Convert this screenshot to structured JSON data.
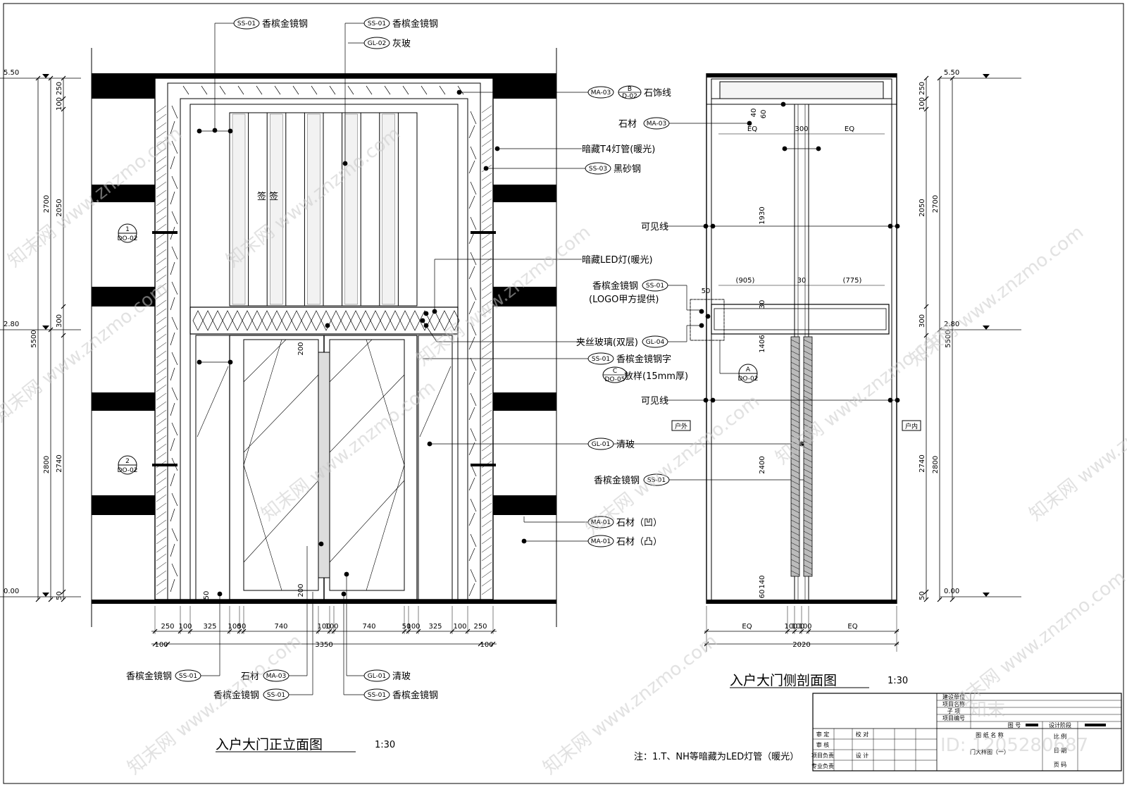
{
  "front_elevation": {
    "title": "入户大门正立面图",
    "scale": "1:30",
    "levels": [
      "5.50",
      "2.80",
      "0.00"
    ],
    "dims_left": [
      "250",
      "100",
      "2050",
      "300",
      "2740",
      "50",
      "2700",
      "2800",
      "5500"
    ],
    "dims_bottom": [
      "250",
      "100",
      "325",
      "100",
      "50",
      "740",
      "100",
      "100",
      "740",
      "50",
      "100",
      "325",
      "100",
      "250"
    ],
    "dims_total": [
      "100",
      "3350",
      "100"
    ],
    "dims_inner": [
      "200",
      "200",
      "50"
    ],
    "glass_text": "签 签",
    "section_marks": [
      {
        "num": "1",
        "ref": "DO-02"
      },
      {
        "num": "2",
        "ref": "DO-02"
      }
    ],
    "callouts_top": [
      {
        "tag": "SS-01",
        "text": "香槟金镜钢"
      },
      {
        "tag": "SS-01",
        "text": "香槟金镜钢"
      },
      {
        "tag": "GL-02",
        "text": "灰玻"
      }
    ],
    "callouts_right": [
      {
        "tag": "MA-03",
        "tag2": "B",
        "tag3": "D-02",
        "text": "石饰线"
      },
      {
        "tag": "MA-03",
        "text": "石材"
      },
      {
        "tag": "",
        "text": "暗藏T4灯管(暖光)"
      },
      {
        "tag": "SS-03",
        "text": "黑砂钢"
      },
      {
        "tag": "",
        "text": "暗藏LED灯(暖光)"
      },
      {
        "tag": "SS-01",
        "text": "香槟金镜钢",
        "text2": "(LOGO甲方提供)"
      },
      {
        "tag": "GL-04",
        "text": "夹丝玻璃(双层)"
      },
      {
        "tag": "SS-01",
        "text": "香槟金镜钢字",
        "tag2": "C",
        "tag3": "DO-05",
        "text2": "放样(15mm厚)"
      },
      {
        "tag": "GL-01",
        "text": "清玻"
      },
      {
        "tag": "SS-01",
        "text": "香槟金镜钢"
      },
      {
        "tag": "MA-01",
        "text": "石材（凹）"
      },
      {
        "tag": "MA-01",
        "text": "石材（凸）"
      }
    ],
    "callouts_bottom": [
      {
        "tag": "SS-01",
        "text": "香槟金镜钢"
      },
      {
        "tag": "MA-03",
        "text": "石材"
      },
      {
        "tag": "SS-01",
        "text": "香槟金镜钢"
      },
      {
        "tag": "GL-01",
        "text": "清玻"
      },
      {
        "tag": "SS-01",
        "text": "香槟金镜钢"
      }
    ]
  },
  "side_section": {
    "title": "入户大门侧剖面图",
    "scale": "1:30",
    "levels": [
      "5.50",
      "2.80",
      "0.00"
    ],
    "dims_right": [
      "250",
      "100",
      "2050",
      "300",
      "2740",
      "50",
      "2700",
      "2800",
      "5500"
    ],
    "dims_inner": [
      "40",
      "60",
      "EQ",
      "300",
      "EQ",
      "1930",
      "(905)",
      "30",
      "(775)",
      "30",
      "1406",
      "2400",
      "60",
      "140",
      "50",
      "60"
    ],
    "dims_bottom": [
      "EQ",
      "100",
      "100",
      "100",
      "EQ"
    ],
    "dims_total": "2020",
    "visible_line": "可见线",
    "outside": "户外",
    "inside": "户内",
    "section_mark": {
      "num": "A",
      "ref": "DO-02"
    },
    "small_dim": "50"
  },
  "note": "注：1.T、NH等暗藏为LED灯管（暖光）",
  "title_block": {
    "rows_left": [
      "审 定",
      "审 核",
      "项目负责",
      "专业负责"
    ],
    "col_mid": [
      "校 对",
      "设 计"
    ],
    "rows_right": [
      "建设单位",
      "项目名称",
      "子 项",
      "项目编号",
      "图 号",
      "设计阶段",
      "图 纸 名 称",
      "门大样图（一）",
      "比 例",
      "日 期",
      "页 码"
    ]
  },
  "watermarks": [
    "知末网 www.znzmo.com",
    "知末",
    "ID: 1205280687"
  ]
}
